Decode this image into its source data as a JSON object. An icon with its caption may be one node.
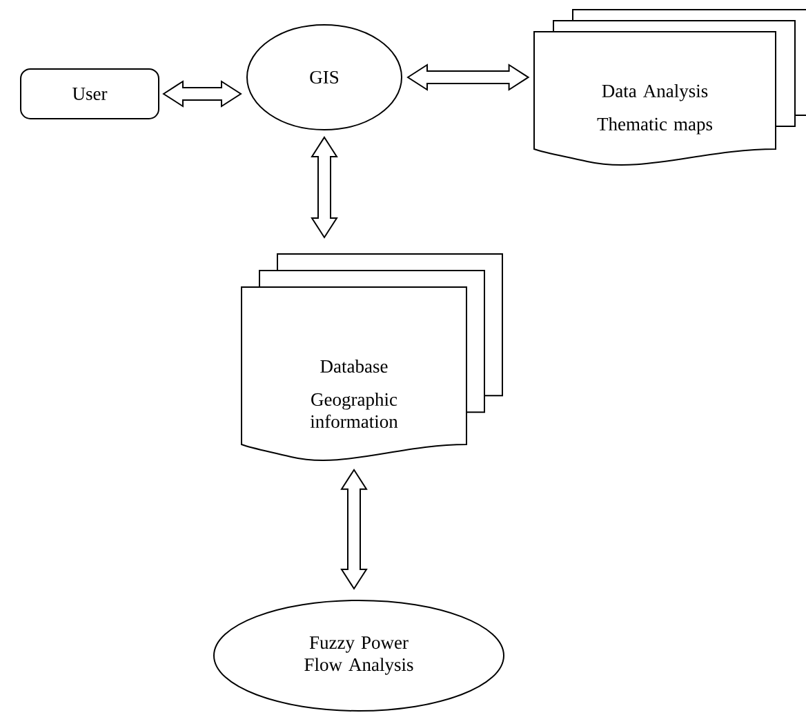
{
  "diagram": {
    "nodes": [
      {
        "text": [
          "User"
        ]
      },
      {
        "text": [
          "GIS"
        ]
      },
      {
        "text": [
          "Data Analysis Thematic maps"
        ]
      },
      {
        "text": [
          "Database Geographic information"
        ]
      },
      {
        "text": [
          "Fuzzy Power Flow Analysis"
        ]
      }
    ],
    "edges": [
      {
        "from": 0,
        "to": 1,
        "arrow": "both"
      },
      {
        "from": 1,
        "to": 2,
        "arrow": "both"
      },
      {
        "from": 1,
        "to": 3,
        "arrow": "both"
      },
      {
        "from": 3,
        "to": 4,
        "arrow": "both"
      }
    ]
  }
}
